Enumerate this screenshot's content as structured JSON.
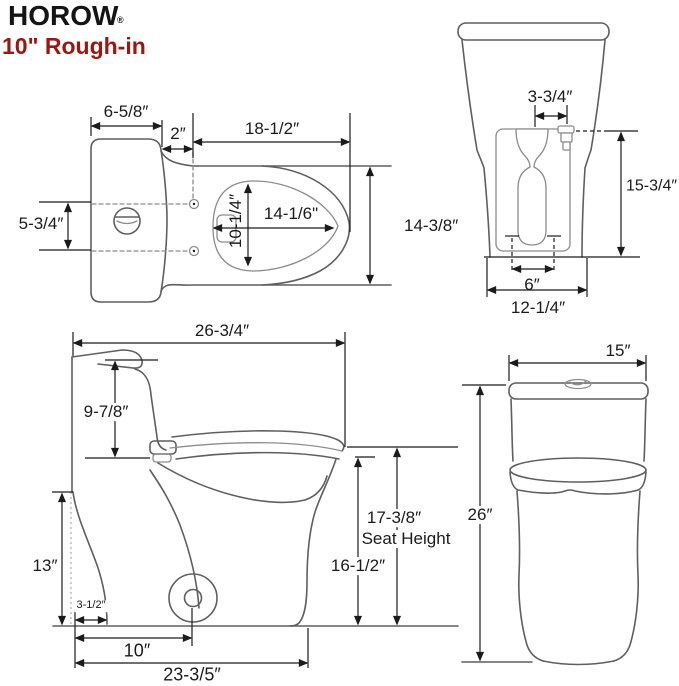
{
  "header": {
    "brand": "HOROW",
    "trademark": "®",
    "subtitle": "10\" Rough-in"
  },
  "colors": {
    "accent": "#9c1710",
    "dimension_lines": "#1b1b1b",
    "drawing_outlines": "#5f5f5f"
  },
  "top_view": {
    "tank_width": "6-5/8″",
    "seat_gap": "2″",
    "seat_length": "18-1/2″",
    "tank_depth": "5-3/4″",
    "bowl_inner_width": "10-1/4″",
    "bowl_inner_length": "14-1/6\"",
    "seat_width": "14-3/8″"
  },
  "rear_view": {
    "valve_offset": "3-3/4″",
    "tank_height": "15-3/4″",
    "outlet_spacing": "6″",
    "base_width": "12-1/4″"
  },
  "side_view": {
    "overall_depth": "26-3/4″",
    "tank_top_to_seat": "9-7/8″",
    "back_height": "13″",
    "back_clearance": "3-1/2″",
    "rough_in": "10″",
    "base_depth": "23-3/5″",
    "rim_height": "16-1/2″",
    "seat_height": "17-3/8″",
    "seat_height_caption": "Seat Height"
  },
  "front_view": {
    "width": "15″",
    "overall_height": "26″"
  }
}
